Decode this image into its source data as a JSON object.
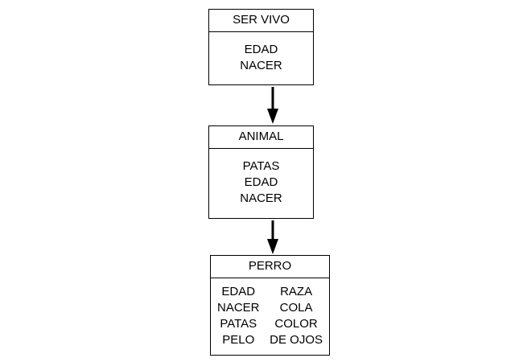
{
  "diagram": {
    "boxes": [
      {
        "title": "SER VIVO",
        "attributes": [
          "EDAD",
          "NACER"
        ]
      },
      {
        "title": "ANIMAL",
        "attributes": [
          "PATAS",
          "EDAD",
          "NACER"
        ]
      },
      {
        "title": "PERRO",
        "columns": [
          [
            "EDAD",
            "NACER",
            "PATAS",
            "PELO"
          ],
          [
            "RAZA",
            "COLA",
            "COLOR",
            "DE OJOS"
          ]
        ]
      }
    ],
    "edges": [
      {
        "from": "SER VIVO",
        "to": "ANIMAL"
      },
      {
        "from": "ANIMAL",
        "to": "PERRO"
      }
    ]
  },
  "colors": {
    "stroke": "#000000",
    "background": "#ffffff"
  }
}
